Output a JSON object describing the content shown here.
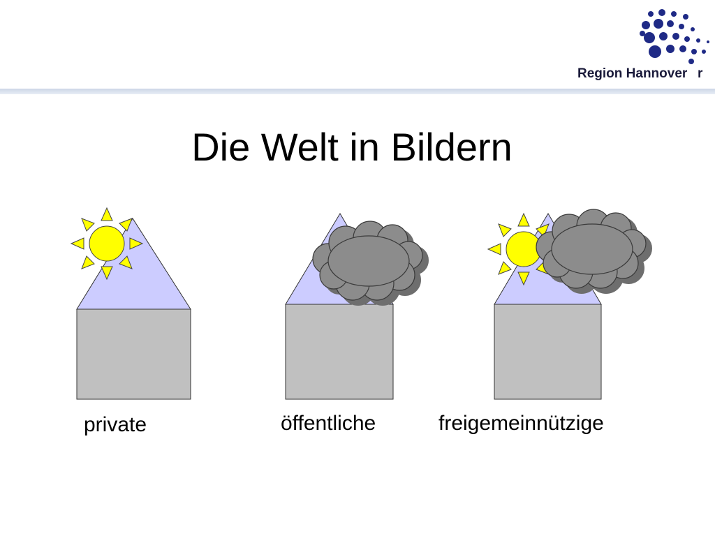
{
  "slide": {
    "title": "Die Welt in Bildern",
    "logo": {
      "text": "Region Hannover",
      "mark": "r"
    },
    "houses": [
      {
        "label": "private",
        "sky": "sun"
      },
      {
        "label": "öffentliche",
        "sky": "cloud"
      },
      {
        "label": "freigemeinnützige",
        "sky": "sun-and-cloud"
      }
    ]
  },
  "colors": {
    "roof": "#ccccff",
    "wall": "#c0c0c0",
    "sun": "#ffff00",
    "cloud": "#8c8c8c",
    "cloud_shadow": "#6e6e6e",
    "logo_dots": "#1f2a86",
    "logo_text": "#1a1a3a"
  }
}
